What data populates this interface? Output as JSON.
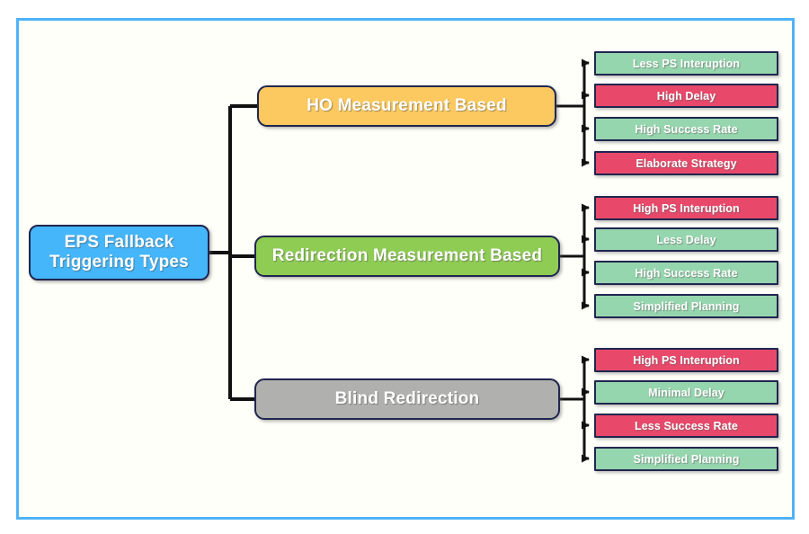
{
  "diagram": {
    "title": "EPS Fallback Triggering Types",
    "type": "tree-diagram",
    "frame_color": "#4fb3f7",
    "background": "#fffff9"
  },
  "root": {
    "label": "EPS Fallback\nTriggering Types",
    "line1": "EPS Fallback",
    "line2": "Triggering Types",
    "color": "#45b6fa"
  },
  "branches": [
    {
      "label": "HO Measurement Based",
      "color": "#fbc95f",
      "leaves": [
        {
          "label": "Less PS Interuption",
          "color": "#96d6ae",
          "tone": "green"
        },
        {
          "label": "High Delay",
          "color": "#e8486a",
          "tone": "red"
        },
        {
          "label": "High Success Rate",
          "color": "#96d6ae",
          "tone": "green"
        },
        {
          "label": "Elaborate Strategy",
          "color": "#e8486a",
          "tone": "red"
        }
      ]
    },
    {
      "label": "Redirection Measurement Based",
      "color": "#8fcc54",
      "leaves": [
        {
          "label": "High PS Interuption",
          "color": "#e8486a",
          "tone": "red"
        },
        {
          "label": "Less Delay",
          "color": "#96d6ae",
          "tone": "green"
        },
        {
          "label": "High Success Rate",
          "color": "#96d6ae",
          "tone": "green"
        },
        {
          "label": "Simplified Planning",
          "color": "#96d6ae",
          "tone": "green"
        }
      ]
    },
    {
      "label": "Blind Redirection",
      "color": "#b0b0ae",
      "leaves": [
        {
          "label": "High PS Interuption",
          "color": "#e8486a",
          "tone": "red"
        },
        {
          "label": "Minimal Delay",
          "color": "#96d6ae",
          "tone": "green"
        },
        {
          "label": "Less Success Rate",
          "color": "#e8486a",
          "tone": "red"
        },
        {
          "label": "Simplified Planning",
          "color": "#96d6ae",
          "tone": "green"
        }
      ]
    }
  ]
}
